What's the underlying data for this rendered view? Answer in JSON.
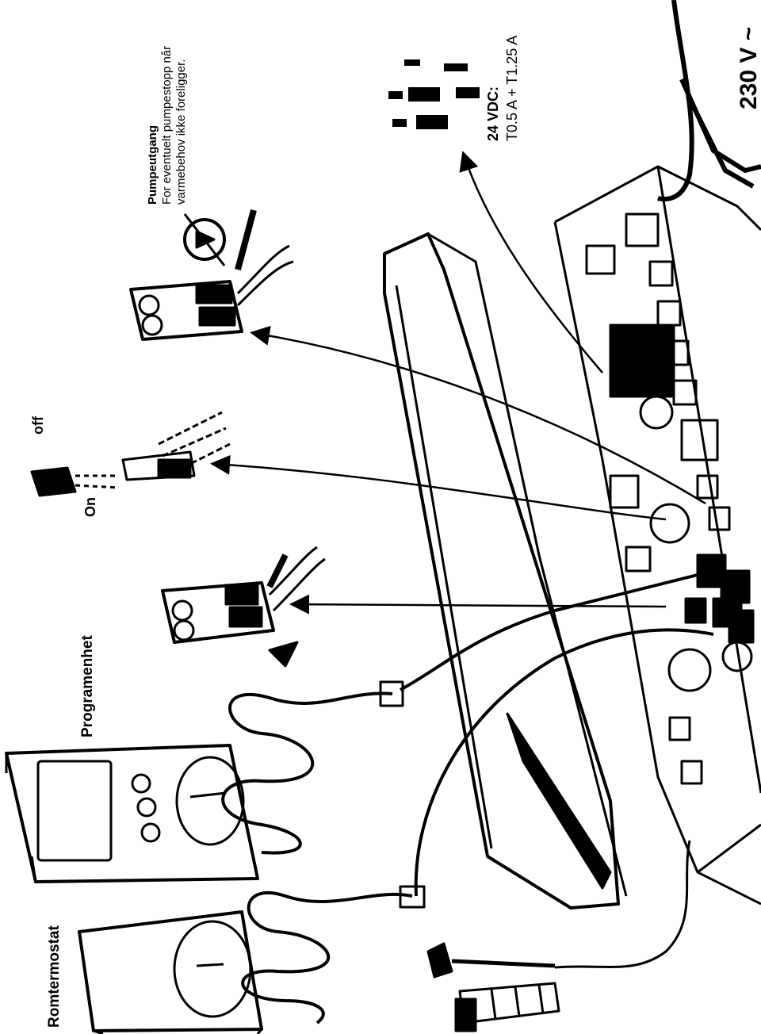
{
  "labels": {
    "romtermostat": "Romtermostat",
    "programenhet": "Programenhet",
    "pumpeutgang_title": "Pumpeutgang",
    "pumpeutgang_line1": "For eventuelt pumpestopp når",
    "pumpeutgang_line2": "varmebehov ikke foreligger.",
    "switch_on": "On",
    "switch_off": "off",
    "vdc_title": "24 VDC:",
    "fuse_values": "T0.5 A + T1.25 A",
    "mains_voltage": "230 V ~"
  }
}
